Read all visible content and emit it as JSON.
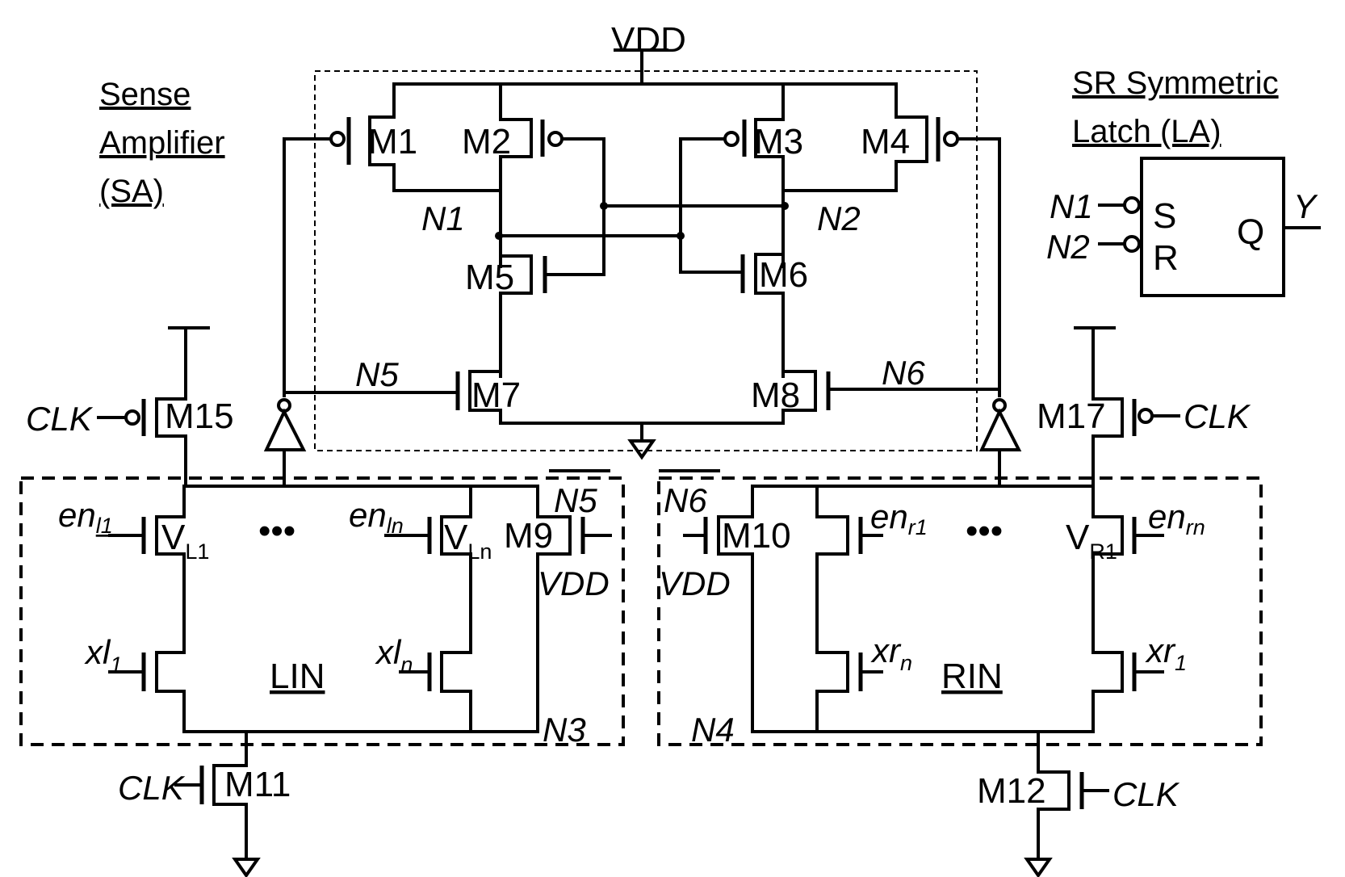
{
  "titles": {
    "sa": [
      "Sense",
      "Amplifier",
      "(SA)"
    ],
    "la": [
      "SR Symmetric",
      "Latch (LA)"
    ]
  },
  "supply": {
    "vdd_top": "VDD",
    "vdd_m9": "VDD",
    "vdd_m10": "VDD"
  },
  "transistors": {
    "m1": "M1",
    "m2": "M2",
    "m3": "M3",
    "m4": "M4",
    "m5": "M5",
    "m6": "M6",
    "m7": "M7",
    "m8": "M8",
    "m9": "M9",
    "m10": "M10",
    "m11": "M11",
    "m12": "M12",
    "m15": "M15",
    "m17": "M17"
  },
  "nodes": {
    "n1": "N1",
    "n2": "N2",
    "n3": "N3",
    "n4": "N4",
    "n5": "N5",
    "n6": "N6",
    "n5bar": "N5",
    "n6bar": "N6"
  },
  "clk": {
    "m15": "CLK",
    "m17": "CLK",
    "m11": "CLK",
    "m12": "CLK"
  },
  "left_network": {
    "name": "LIN",
    "en_l1_base": "en",
    "en_l1_sub": "l1",
    "en_ln_base": "en",
    "en_ln_sub": "ln",
    "vl1_base": "V",
    "vl1_sub": "L1",
    "vln_base": "V",
    "vln_sub": "Ln",
    "xl1_base": "xl",
    "xl1_sub": "1",
    "xln_base": "xl",
    "xln_sub": "n",
    "ellipsis": "•••"
  },
  "right_network": {
    "name": "RIN",
    "en_r1_base": "en",
    "en_r1_sub": "r1",
    "en_rn_base": "en",
    "en_rn_sub": "rn",
    "vr1_base": "V",
    "vr1_sub": "R1",
    "xrn_base": "xr",
    "xrn_sub": "n",
    "xr1_base": "xr",
    "xr1_sub": "1",
    "ellipsis": "•••"
  },
  "latch": {
    "s": "S",
    "r": "R",
    "q": "Q",
    "in1": "N1",
    "in2": "N2",
    "out": "Y"
  }
}
